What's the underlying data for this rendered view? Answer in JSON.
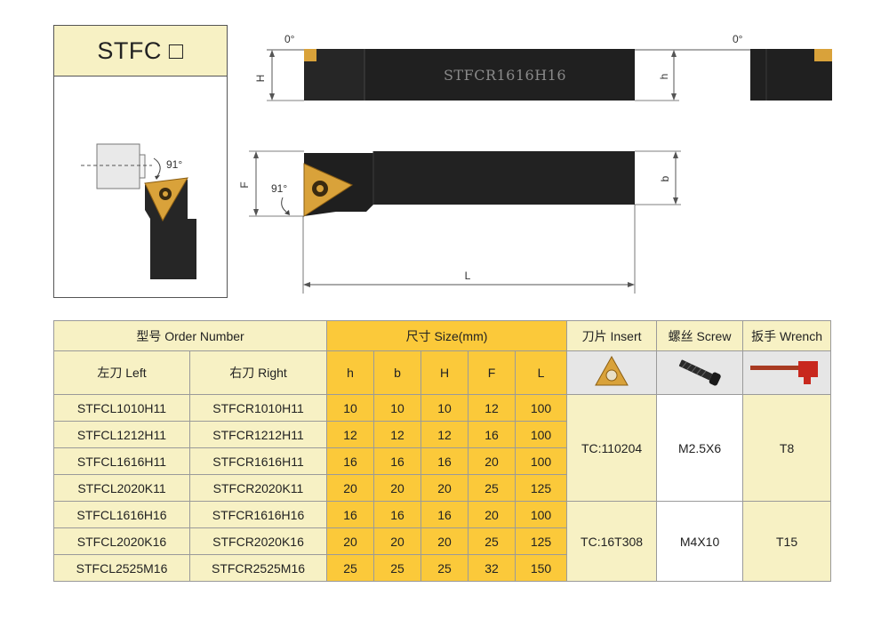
{
  "title": {
    "label": "STFC □"
  },
  "angles": {
    "rake_left": "0°",
    "rake_right": "0°",
    "approach_main": "91°",
    "approach_icon": "91°"
  },
  "dimension_labels": {
    "H": "H",
    "h_side": "h",
    "F": "F",
    "b": "b",
    "L": "L"
  },
  "tool_engraving": "STFCR1616H16",
  "table": {
    "header": {
      "order_number": "型号 Order Number",
      "size": "尺寸 Size(mm)",
      "insert": "刀片 Insert",
      "screw": "螺丝 Screw",
      "wrench": "扳手 Wrench",
      "left": "左刀 Left",
      "right": "右刀 Right",
      "h": "h",
      "b": "b",
      "H": "H",
      "F": "F",
      "L": "L"
    },
    "rows": [
      {
        "left": "STFCL1010H11",
        "right": "STFCR1010H11",
        "h": "10",
        "b": "10",
        "H": "10",
        "F": "12",
        "L": "100"
      },
      {
        "left": "STFCL1212H11",
        "right": "STFCR1212H11",
        "h": "12",
        "b": "12",
        "H": "12",
        "F": "16",
        "L": "100"
      },
      {
        "left": "STFCL1616H11",
        "right": "STFCR1616H11",
        "h": "16",
        "b": "16",
        "H": "16",
        "F": "20",
        "L": "100"
      },
      {
        "left": "STFCL2020K11",
        "right": "STFCR2020K11",
        "h": "20",
        "b": "20",
        "H": "20",
        "F": "25",
        "L": "125"
      },
      {
        "left": "STFCL1616H16",
        "right": "STFCR1616H16",
        "h": "16",
        "b": "16",
        "H": "16",
        "F": "20",
        "L": "100"
      },
      {
        "left": "STFCL2020K16",
        "right": "STFCR2020K16",
        "h": "20",
        "b": "20",
        "H": "20",
        "F": "25",
        "L": "125"
      },
      {
        "left": "STFCL2525M16",
        "right": "STFCR2525M16",
        "h": "25",
        "b": "25",
        "H": "25",
        "F": "32",
        "L": "150"
      }
    ],
    "groups": [
      {
        "insert": "TC:110204",
        "screw": "M2.5X6",
        "wrench": "T8"
      },
      {
        "insert": "TC:16T308",
        "screw": "M4X10",
        "wrench": "T15"
      }
    ]
  },
  "colors": {
    "cream": "#f7f1c4",
    "orange": "#fbc93a",
    "tool_body": "#1e1e1e",
    "insert_gold": "#d9a23a",
    "wrench_red": "#c8281e"
  }
}
